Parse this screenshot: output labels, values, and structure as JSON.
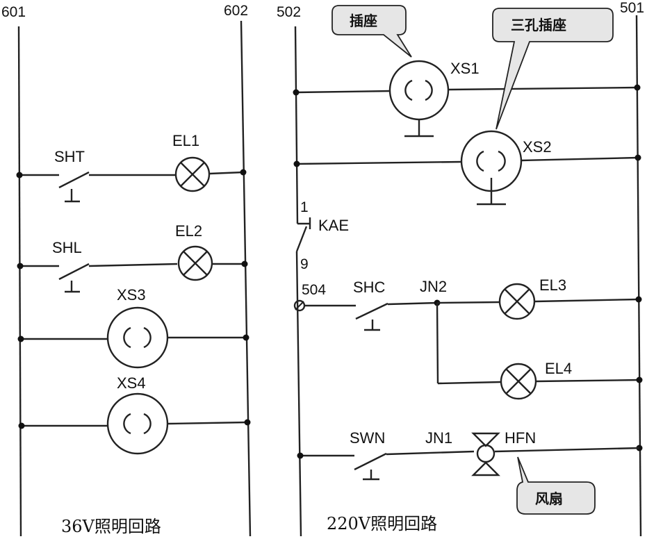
{
  "nodes": {
    "n601": "601",
    "n602": "602",
    "n502": "502",
    "n501": "501",
    "n504": "504",
    "n1": "1",
    "n9": "9"
  },
  "components": {
    "sht": "SHT",
    "el1": "EL1",
    "shl": "SHL",
    "el2": "EL2",
    "xs3": "XS3",
    "xs4": "XS4",
    "xs1": "XS1",
    "xs2": "XS2",
    "kae": "KAE",
    "shc": "SHC",
    "jn2": "JN2",
    "el3": "EL3",
    "el4": "EL4",
    "swn": "SWN",
    "jn1": "JN1",
    "hfn": "HFN"
  },
  "callouts": {
    "socket": "插座",
    "three_hole_socket": "三孔插座",
    "fan": "风扇"
  },
  "titles": {
    "left": "36V照明回路",
    "right": "220V照明回路"
  }
}
